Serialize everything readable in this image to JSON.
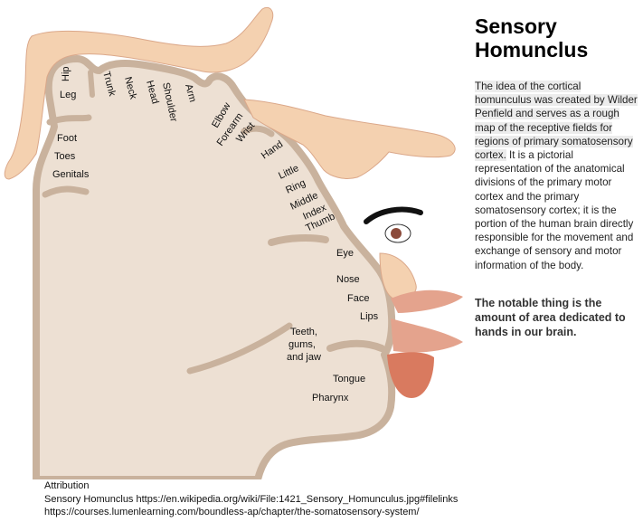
{
  "title_lines": [
    "Sensory",
    "Homunclus"
  ],
  "description": {
    "highlighted": "The idea of the cortical homunculus was created by Wilder Penfield and serves as a rough map of the receptive fields for regions of primary somatosensory cortex.",
    "rest": " It is a pictorial representation of the anatomical divisions of the primary motor cortex and the primary somatosensory cortex; it is the portion of the human brain directly responsible for the movement and exchange of sensory and motor information of the body."
  },
  "notable": "The notable thing is the amount of area dedicated to hands in our brain.",
  "labels": {
    "hip": "Hip",
    "leg": "Leg",
    "trunk": "Trunk",
    "neck": "Neck",
    "head": "Head",
    "shoulder": "Shoulder",
    "arm": "Arm",
    "elbow": "Elbow",
    "forearm": "Forearm",
    "wrist": "Wrist",
    "hand": "Hand",
    "little": "Little",
    "ring": "Ring",
    "middle": "Middle",
    "index": "Index",
    "thumb": "Thumb",
    "foot": "Foot",
    "toes": "Toes",
    "genitals": "Genitals",
    "eye": "Eye",
    "nose": "Nose",
    "face": "Face",
    "lips": "Lips",
    "teeth_1": "Teeth,",
    "teeth_2": "gums,",
    "teeth_3": "and jaw",
    "tongue": "Tongue",
    "pharynx": "Pharynx"
  },
  "attribution": {
    "heading": "Attribution",
    "line1": "Sensory Homunclus  https://en.wikipedia.org/wiki/File:1421_Sensory_Homunculus.jpg#filelinks",
    "line2": "https://courses.lumenlearning.com/boundless-ap/chapter/the-somatosensory-system/"
  },
  "colors": {
    "cortex_fill": "#ede0d3",
    "cortex_border": "#c9b29d",
    "skin": "#f4d1b0",
    "skin_shadow": "#dba88a",
    "lips": "#e4a38d",
    "tongue": "#d97a5f"
  }
}
